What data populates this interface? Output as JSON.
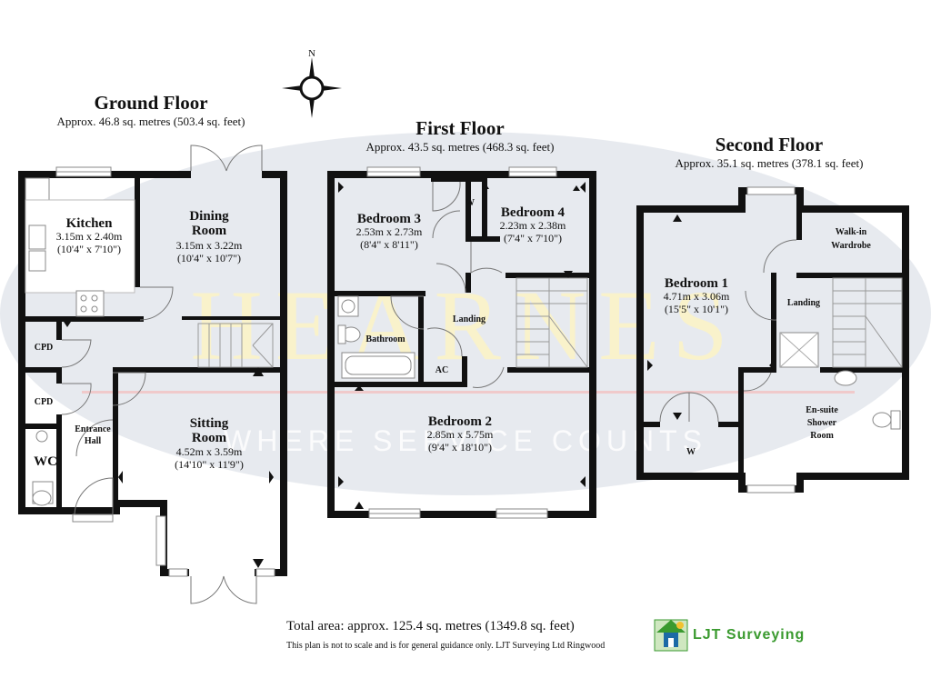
{
  "compass": {
    "label": "N"
  },
  "watermark": {
    "brand": "HEARNES",
    "tagline": "WHERE SERVICE COUNTS"
  },
  "floors": {
    "ground": {
      "title": "Ground Floor",
      "area": "Approx. 46.8 sq. metres (503.4 sq. feet)"
    },
    "first": {
      "title": "First Floor",
      "area": "Approx. 43.5 sq. metres (468.3 sq. feet)"
    },
    "second": {
      "title": "Second Floor",
      "area": "Approx. 35.1 sq. metres (378.1 sq. feet)"
    }
  },
  "rooms": {
    "kitchen": {
      "name": "Kitchen",
      "dim_m": "3.15m x 2.40m",
      "dim_ft": "(10'4\" x 7'10\")"
    },
    "dining_room": {
      "name_line1": "Dining",
      "name_line2": "Room",
      "dim_m": "3.15m x 3.22m",
      "dim_ft": "(10'4\" x 10'7\")"
    },
    "cpd_1": {
      "name": "CPD"
    },
    "cpd_2": {
      "name": "CPD"
    },
    "entrance_hall": {
      "name_line1": "Entrance",
      "name_line2": "Hall"
    },
    "wc": {
      "name": "WC"
    },
    "sitting_room": {
      "name_line1": "Sitting",
      "name_line2": "Room",
      "dim_m": "4.52m x 3.59m",
      "dim_ft": "(14'10\" x 11'9\")"
    },
    "bedroom_3": {
      "name": "Bedroom 3",
      "dim_m": "2.53m x 2.73m",
      "dim_ft": "(8'4\" x 8'11\")"
    },
    "w_first": {
      "name": "W"
    },
    "bedroom_4": {
      "name": "Bedroom 4",
      "dim_m": "2.23m x 2.38m",
      "dim_ft": "(7'4\" x 7'10\")"
    },
    "landing_first": {
      "name": "Landing"
    },
    "bathroom": {
      "name": "Bathroom"
    },
    "ac": {
      "name": "AC"
    },
    "bedroom_2": {
      "name": "Bedroom 2",
      "dim_m": "2.85m x 5.75m",
      "dim_ft": "(9'4\" x 18'10\")"
    },
    "walk_in_wardrobe": {
      "name_line1": "Walk-in",
      "name_line2": "Wardrobe"
    },
    "bedroom_1": {
      "name": "Bedroom 1",
      "dim_m": "4.71m x 3.06m",
      "dim_ft": "(15'5\" x 10'1\")"
    },
    "landing_second": {
      "name": "Landing"
    },
    "ensuite": {
      "name_line1": "En-suite",
      "name_line2": "Shower",
      "name_line3": "Room"
    },
    "w_second": {
      "name": "W"
    }
  },
  "footer": {
    "total_area": "Total area: approx. 125.4 sq. metres (1349.8 sq. feet)",
    "disclaimer": "This plan is not to scale and is for general guidance only. LJT Surveying Ltd Ringwood"
  },
  "logo": {
    "text": "LJT Surveying"
  },
  "colors": {
    "wall": "#111111",
    "watermark_ellipse": "#dfe3ea",
    "watermark_text": "#fbf3c8",
    "logo_green": "#3a9a2f",
    "logo_blue": "#1c6aa6"
  }
}
